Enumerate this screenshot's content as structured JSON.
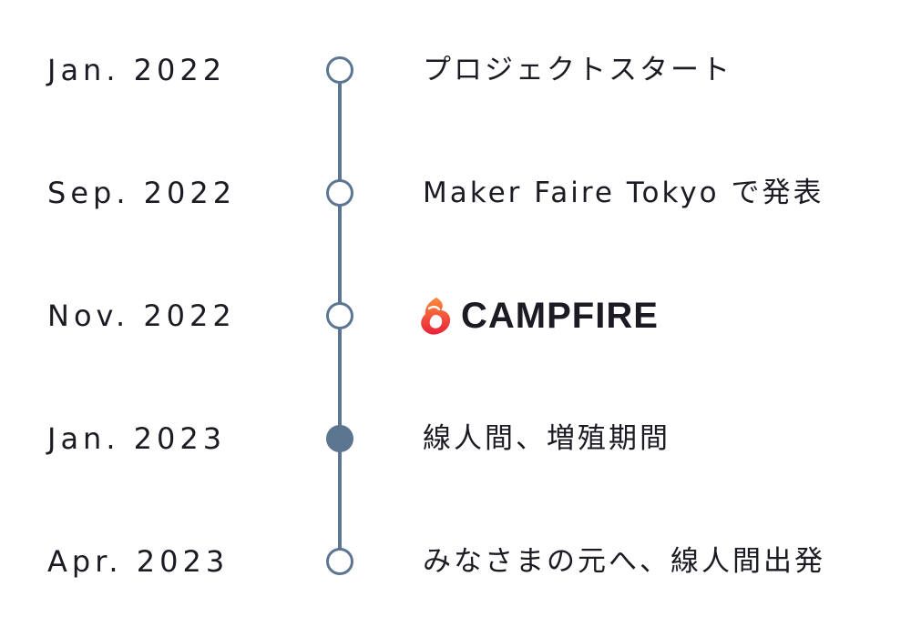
{
  "timeline": {
    "events": [
      {
        "date": "Jan. 2022",
        "text": "プロジェクトスタート",
        "marker": "hollow"
      },
      {
        "date": "Sep. 2022",
        "text": "Maker Faire Tokyo で発表",
        "marker": "hollow"
      },
      {
        "date": "Nov. 2022",
        "text": "CAMPFIRE",
        "marker": "hollow",
        "logo_icon": "campfire-flame-icon"
      },
      {
        "date": "Jan. 2023",
        "text": "線人間、増殖期間",
        "marker": "filled"
      },
      {
        "date": "Apr. 2023",
        "text": "みなさまの元へ、線人間出発",
        "marker": "hollow"
      }
    ]
  },
  "colors": {
    "line": "#5c7591",
    "text": "#1c1a22",
    "logo_flame_top": "#ff8a3d",
    "logo_flame_bottom": "#e8203a"
  }
}
